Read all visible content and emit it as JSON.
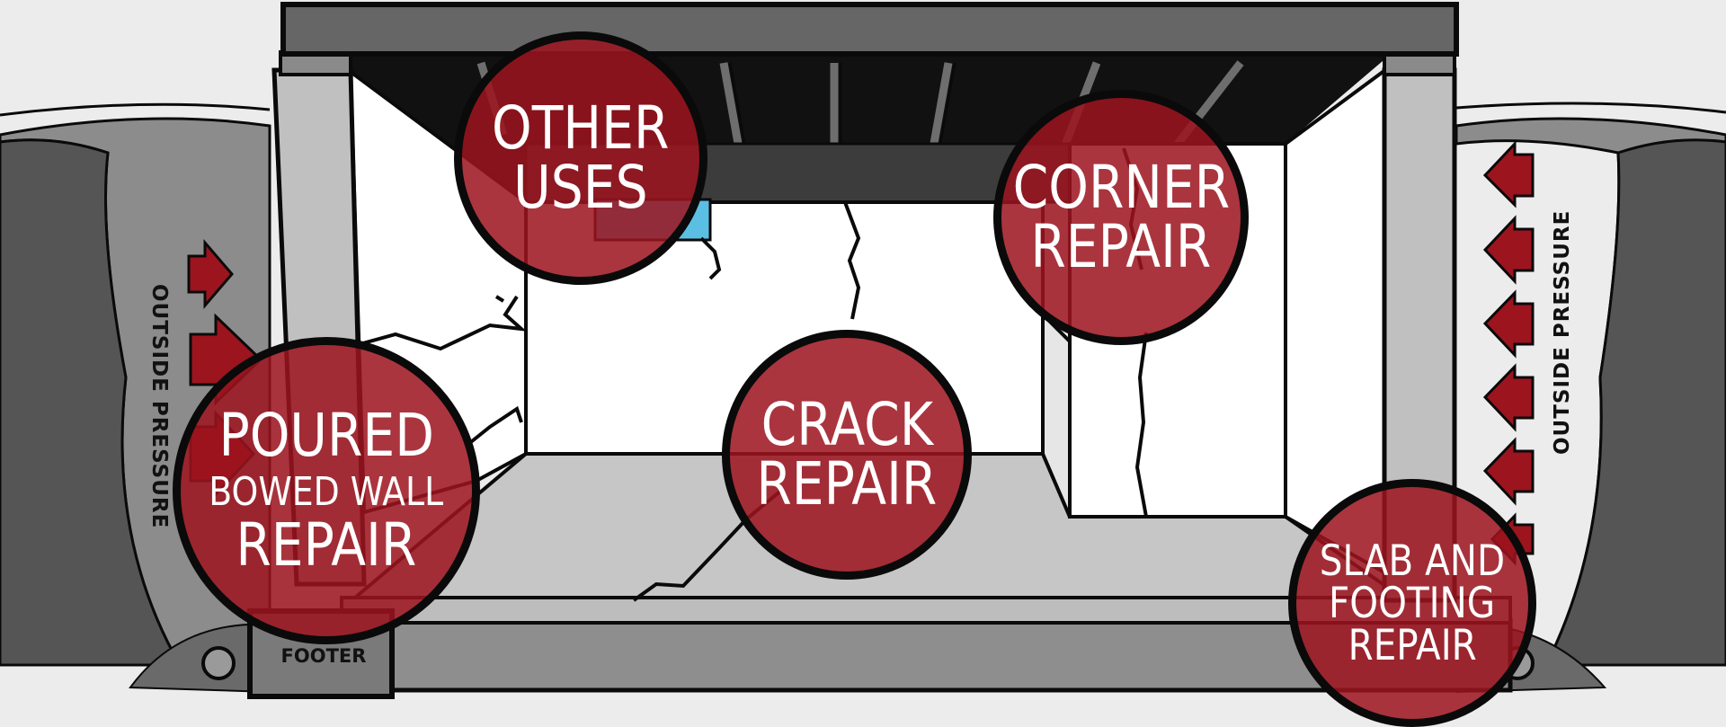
{
  "colors": {
    "accent_red": "#9c141e",
    "soil_gray": "#5a5a5a",
    "wall_gray": "#bfbfbf",
    "outline": "#0a0a0a"
  },
  "pressure_labels": {
    "left": "OUTSIDE PRESSURE",
    "right": "OUTSIDE PRESSURE"
  },
  "footer_label": "FOOTER",
  "repair_buttons": {
    "other_uses": [
      "OTHER",
      "USES"
    ],
    "corner_repair": [
      "CORNER",
      "REPAIR"
    ],
    "crack_repair": [
      "CRACK",
      "REPAIR"
    ],
    "poured": [
      "POURED",
      "BOWED WALL",
      "REPAIR"
    ],
    "slab_footing": [
      "SLAB AND",
      "FOOTING",
      "REPAIR"
    ]
  },
  "icons": [
    "pressure-arrow-icon",
    "drain-pipe-icon",
    "gravel-icon"
  ]
}
